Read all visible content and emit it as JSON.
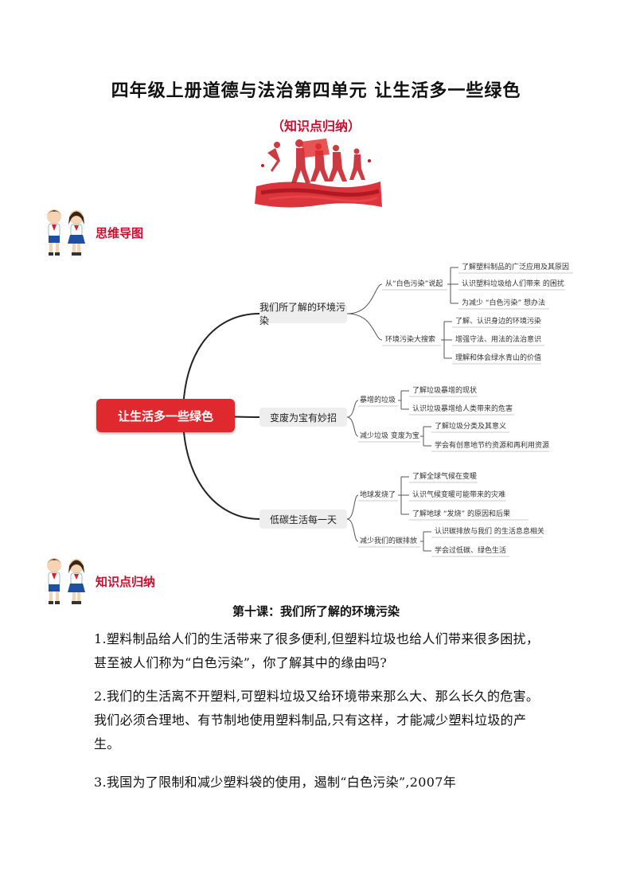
{
  "title": "四年级上册道德与法治第四单元 让生活多一些绿色",
  "subtitle": "（知识点归纳）",
  "section_mindmap": "思维导图",
  "section_knowledge": "知识点归纳",
  "mindmap": {
    "root": "让生活多一些绿色",
    "branches": [
      {
        "label": "我们所了解的环境污染",
        "children": [
          {
            "label": "从“白色污染”说起",
            "items": [
              "了解塑料制品的广泛应用及其原因",
              "认识塑料垃圾给人们带来 的困扰",
              "为减少 “白色污染” 想办法"
            ]
          },
          {
            "label": "环境污染大搜索",
            "items": [
              "了解、认识身边的环境污染",
              "增强守法、用法的法治意识",
              "理解和体会绿水青山的价值"
            ]
          }
        ]
      },
      {
        "label": "变废为宝有妙招",
        "children": [
          {
            "label": "暴增的垃圾",
            "items": [
              "了解垃圾暴增的现状",
              "认识垃圾暴增给人类带来的危害"
            ]
          },
          {
            "label": "减少垃圾 变废为宝",
            "items": [
              "了解垃圾分类及其意义",
              "学会有创意地节约资源和再利用资源"
            ]
          }
        ]
      },
      {
        "label": "低碳生活每一天",
        "children": [
          {
            "label": "地球发烧了",
            "items": [
              "了解全球气候在变暖",
              "认识气候变暖可能带来的灾难",
              "了解地球 “发烧” 的原因和后果"
            ]
          },
          {
            "label": "减少我们的碳排放",
            "items": [
              "认识碳排放与我们 的生活息息相关",
              "学会过低碳、绿色生活"
            ]
          }
        ]
      }
    ]
  },
  "lesson_title": "第十课：我们所了解的环境污染",
  "paragraphs": [
    "1.塑料制品给人们的生活带来了很多便利,但塑料垃圾也给人们带来很多困扰，甚至被人们称为“白色污染”，你了解其中的缘由吗?",
    "2.我们的生活离不开塑料,可塑料垃圾又给环境带来那么大、那么长久的危害。我们必须合理地、有节制地使用塑料制品,只有这样，才能减少塑料垃圾的产生。",
    "3.我国为了限制和减少塑料袋的使用，遏制“白色污染”,2007年"
  ]
}
